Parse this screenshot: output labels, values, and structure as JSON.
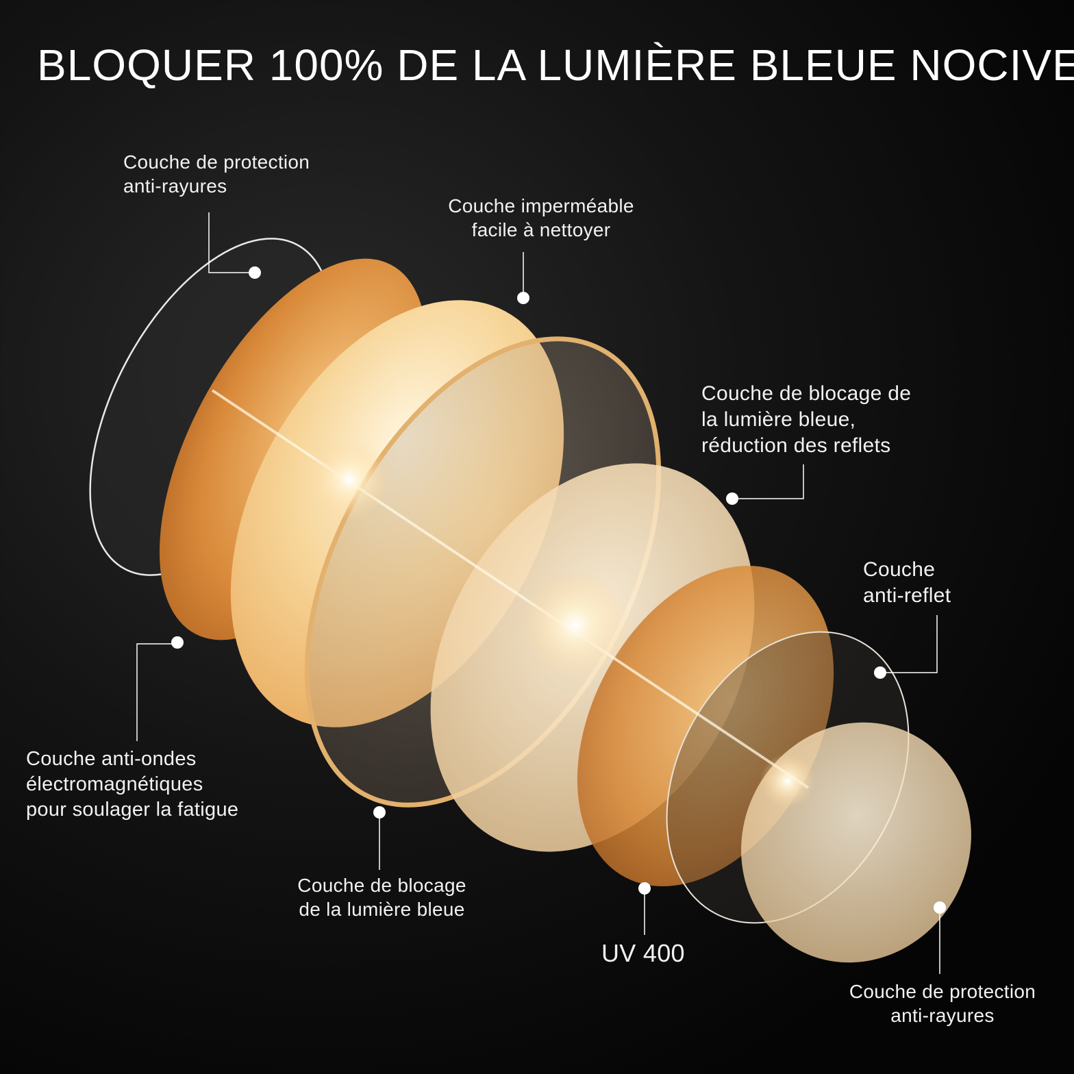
{
  "title": "BLOQUER 100% DE LA LUMIÈRE BLEUE NOCIVE",
  "layers": [
    {
      "id": "scratch-front",
      "label": "Couche de protection\nanti-rayures"
    },
    {
      "id": "waterproof",
      "label": "Couche imperméable\nfacile à nettoyer"
    },
    {
      "id": "bluelight-glare",
      "label": "Couche de blocage de\nla lumière bleue,\nréduction des reflets"
    },
    {
      "id": "anti-reflect",
      "label": "Couche\nanti-reflet"
    },
    {
      "id": "anti-em",
      "label": "Couche anti-ondes\nélectromagnétiques\npour soulager la fatigue"
    },
    {
      "id": "bluelight",
      "label": "Couche de blocage\nde la lumière bleue"
    },
    {
      "id": "uv",
      "label": "UV 400"
    },
    {
      "id": "scratch-back",
      "label": "Couche de protection\nanti-rayures"
    }
  ],
  "colors": {
    "lens_gold_light": "#fbe3b0",
    "lens_gold": "#f2b868",
    "lens_amber": "#d98a3a",
    "lens_clear": "#ffffff",
    "callout": "#ffffff"
  }
}
